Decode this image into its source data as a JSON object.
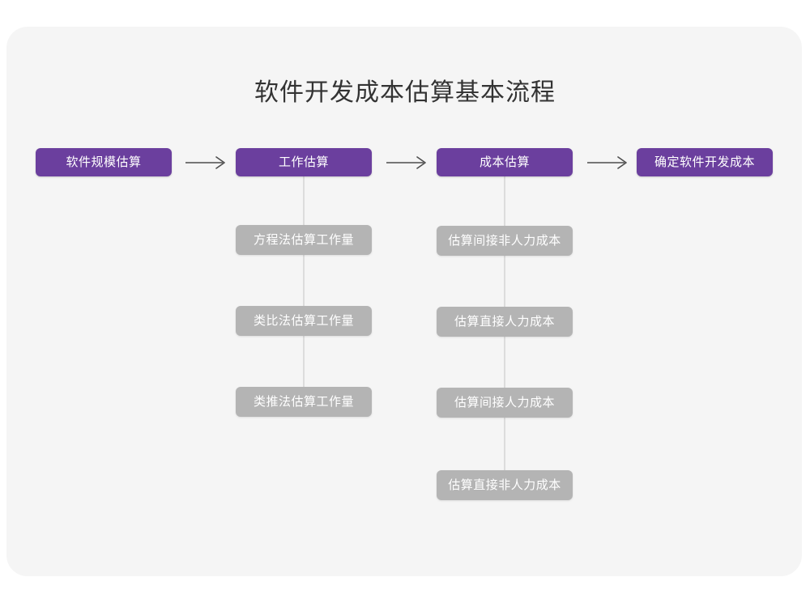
{
  "page": {
    "title": "软件开发成本估算基本流程",
    "background_color": "#ffffff",
    "card_color": "#f5f5f5"
  },
  "theme": {
    "primary_color": "#6b3f9e",
    "sub_color": "#b4b4b4",
    "connector_color": "#dcdcdc",
    "arrow_color": "#4d4d4d",
    "title_color": "#333333",
    "node_text_color": "#ffffff"
  },
  "chart_data": {
    "type": "diagram",
    "title": "软件开发成本估算基本流程",
    "orientation": "horizontal-with-vertical-branches",
    "stages": [
      {
        "id": "stage-1",
        "label": "软件规模估算",
        "substeps": []
      },
      {
        "id": "stage-2",
        "label": "工作估算",
        "substeps": [
          "方程法估算工作量",
          "类比法估算工作量",
          "类推法估算工作量"
        ]
      },
      {
        "id": "stage-3",
        "label": "成本估算",
        "substeps": [
          "估算间接非人力成本",
          "估算直接人力成本",
          "估算间接人力成本",
          "估算直接非人力成本"
        ]
      },
      {
        "id": "stage-4",
        "label": "确定软件开发成本",
        "substeps": []
      }
    ],
    "arrows": [
      {
        "from": "stage-1",
        "to": "stage-2",
        "glyph": "arrow-right"
      },
      {
        "from": "stage-2",
        "to": "stage-3",
        "glyph": "arrow-right"
      },
      {
        "from": "stage-3",
        "to": "stage-4",
        "glyph": "arrow-right"
      }
    ]
  }
}
